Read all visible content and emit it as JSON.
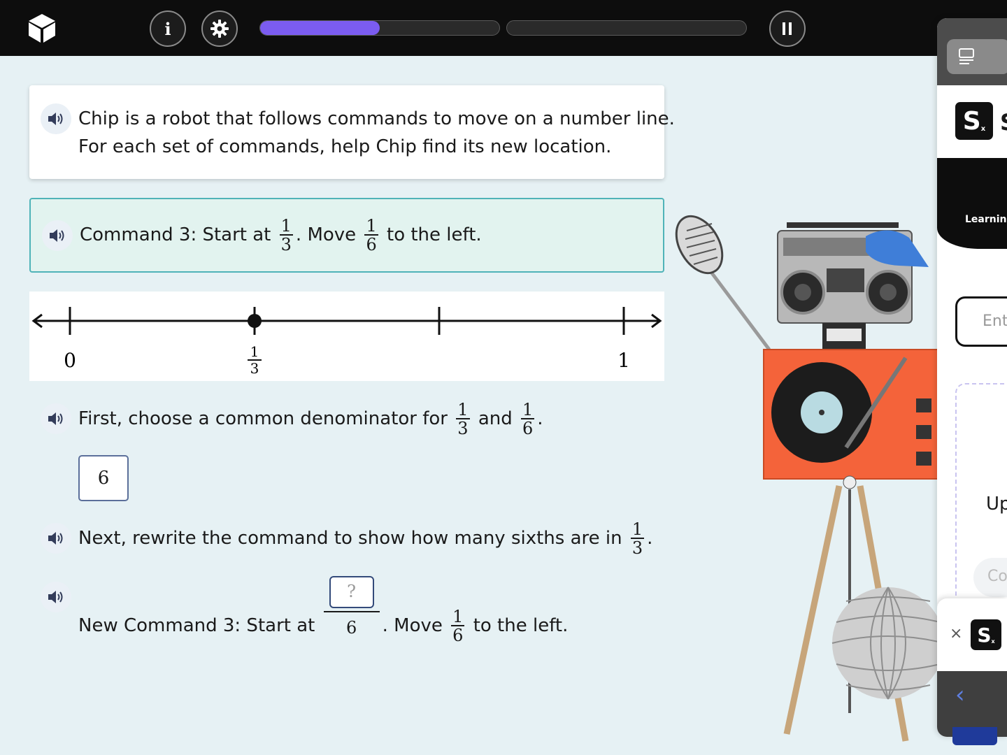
{
  "header": {
    "info_label": "i",
    "progress": [
      {
        "fill": 0.5
      },
      {
        "fill": 0
      }
    ]
  },
  "intro": {
    "line1": "Chip is a robot that follows commands to move on a number line.",
    "line2": "For each set of commands, help Chip find its new location."
  },
  "command": {
    "prefix": "Command 3: Start at",
    "start": {
      "num": "1",
      "den": "3"
    },
    "middle": ". Move",
    "move": {
      "num": "1",
      "den": "6"
    },
    "suffix": "to the left."
  },
  "number_line": {
    "labels": {
      "zero": "0",
      "one": "1",
      "third_num": "1",
      "third_den": "3"
    },
    "point_value": "1/3"
  },
  "step1": {
    "prefix": "First, choose a common denominator for",
    "a": {
      "num": "1",
      "den": "3"
    },
    "and": "and",
    "b": {
      "num": "1",
      "den": "6"
    },
    "end": ".",
    "answer": "6"
  },
  "step2": {
    "prefix": "Next, rewrite the command to show how many sixths are in",
    "a": {
      "num": "1",
      "den": "3"
    },
    "end": "."
  },
  "step3": {
    "prefix": "New Command 3: Start at",
    "input_placeholder": "?",
    "den": "6",
    "middle": ". Move",
    "move": {
      "num": "1",
      "den": "6"
    },
    "suffix": "to the left."
  },
  "side_panel": {
    "logo_letter": "S",
    "logo_sub": "x",
    "title": "S",
    "banner": "Learnin",
    "input": "Ent",
    "up": "Up",
    "co": "Co",
    "close": "×",
    "back": "‹"
  },
  "colors": {
    "accent": "#7b5cf0",
    "command_bg": "#e2f3ef",
    "command_border": "#4fb3b8",
    "answer_border": "#5b6f9a"
  }
}
